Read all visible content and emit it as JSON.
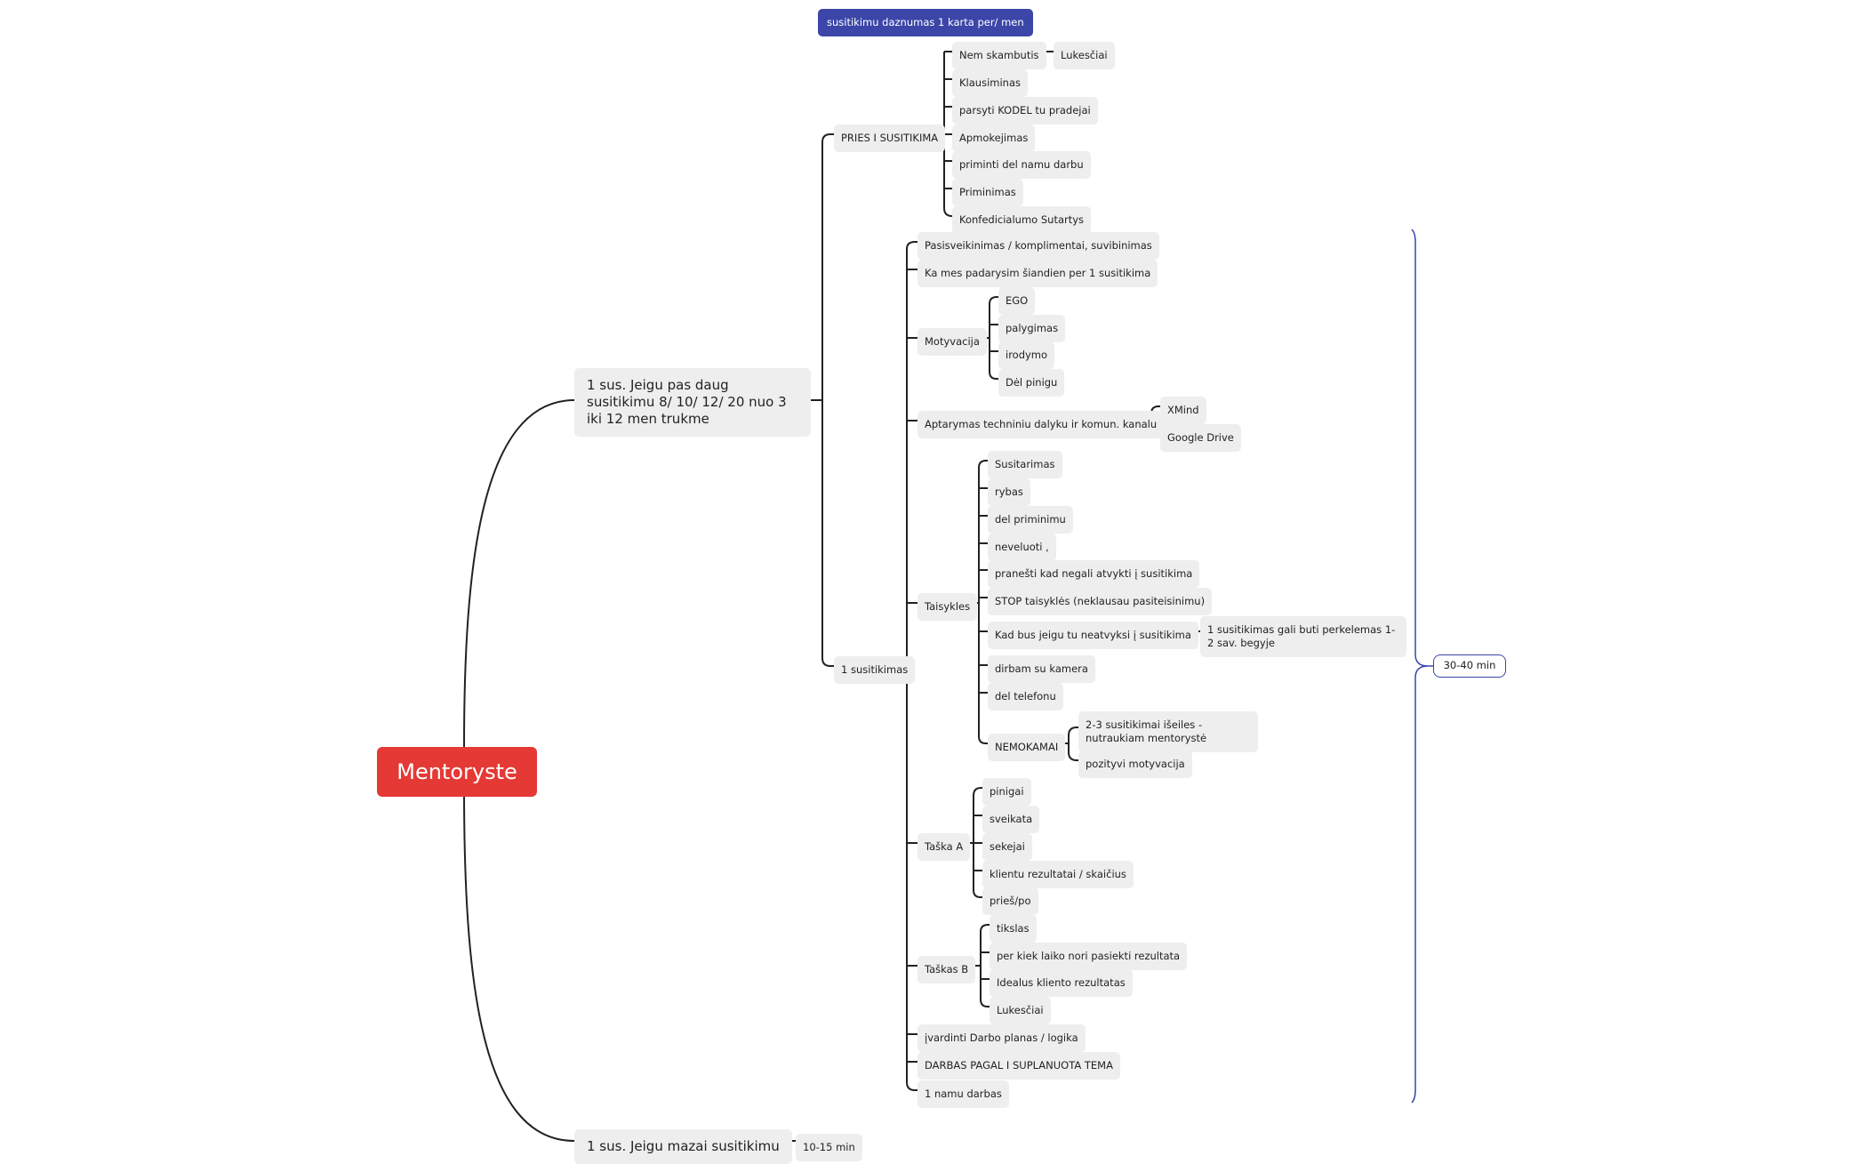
{
  "root": "Mentoryste",
  "banner": "susitikimu daznumas 1 karta per/ men",
  "main_branch": "1 sus. Jeigu pas daug susitikimu 8/ 10/ 12/ 20 nuo 3 iki 12 men trukme",
  "second_branch": "1 sus. Jeigu mazai susitikimu",
  "second_branch_child": "10-15 min",
  "pries": {
    "label": "PRIES I  SUSITIKIMA",
    "items": [
      "Nem skambutis",
      "Klausiminas",
      "parsyti KODEL tu pradejai",
      "Apmokejimas",
      "priminti del namu darbu",
      "Priminimas",
      "Konfedicialumo Sutartys"
    ],
    "nem_child": "Lukesčiai"
  },
  "susitikimas": {
    "label": "1 susitikimas",
    "items": [
      "Pasisveikinimas / komplimentai, suvibinimas",
      "Ka mes padarysim šiandien per 1 susitikima",
      "Motyvacija",
      "Aptarymas techniniu dalyku ir komun. kanalu",
      "Taisykles",
      "Taška A",
      "Taškas B",
      "įvardinti Darbo planas / logika",
      "DARBAS PAGAL I SUPLANUOTA TEMA",
      "1 namu darbas"
    ],
    "motyvacija": [
      "EGO",
      "palygimas",
      "irodymo",
      "Dėl pinigu"
    ],
    "aptarymas": [
      "XMind",
      "Google Drive"
    ],
    "taisykles": [
      "Susitarimas",
      "rybas",
      "del priminimu",
      "neveluoti ,",
      "pranešti kad negali atvykti į susitikima",
      "STOP taisyklės (neklausau pasiteisinimu)",
      "Kad bus jeigu tu neatvyksi į susitikima",
      "dirbam su kamera",
      "del telefonu",
      "NEMOKAMAI"
    ],
    "neatvyksi_child": "1 susitikimas gali buti perkelemas 1-2 sav. begyje",
    "nemokamai": [
      "2-3  susitikimai išeiles - nutraukiam mentorystė",
      "pozityvi motyvacija"
    ],
    "taska_a": [
      "pinigai",
      "sveikata",
      "sekejai",
      "klientu rezultatai / skaičius",
      "prieš/po"
    ],
    "taskas_b": [
      " tikslas",
      "per kiek laiko nori pasiekti rezultata",
      "Idealus kliento rezultatas",
      "Lukesčiai"
    ],
    "duration": "30-40 min"
  },
  "colors": {
    "root": "#e53935",
    "banner": "#3b46a8",
    "node": "#eeeeee",
    "bracket": "#3b46a8",
    "line": "#222222"
  }
}
